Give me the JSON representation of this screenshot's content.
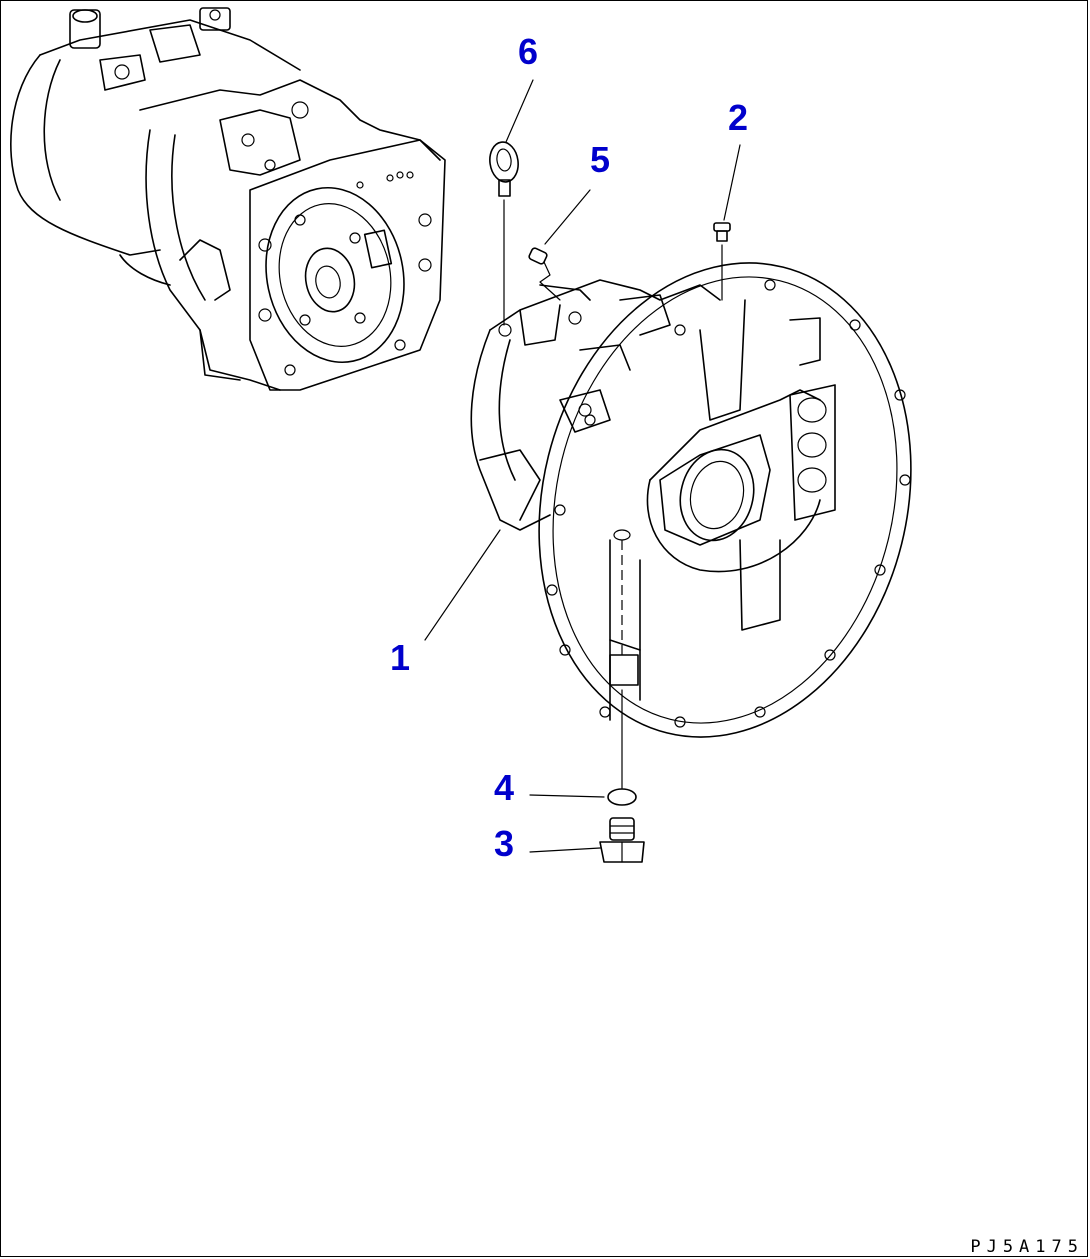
{
  "colors": {
    "line": "#000000",
    "callout": "#0000cc",
    "background": "#ffffff"
  },
  "callouts": [
    {
      "id": "1",
      "label": "1"
    },
    {
      "id": "2",
      "label": "2"
    },
    {
      "id": "3",
      "label": "3"
    },
    {
      "id": "4",
      "label": "4"
    },
    {
      "id": "5",
      "label": "5"
    },
    {
      "id": "6",
      "label": "6"
    }
  ],
  "drawing_code": "PJ5A175"
}
